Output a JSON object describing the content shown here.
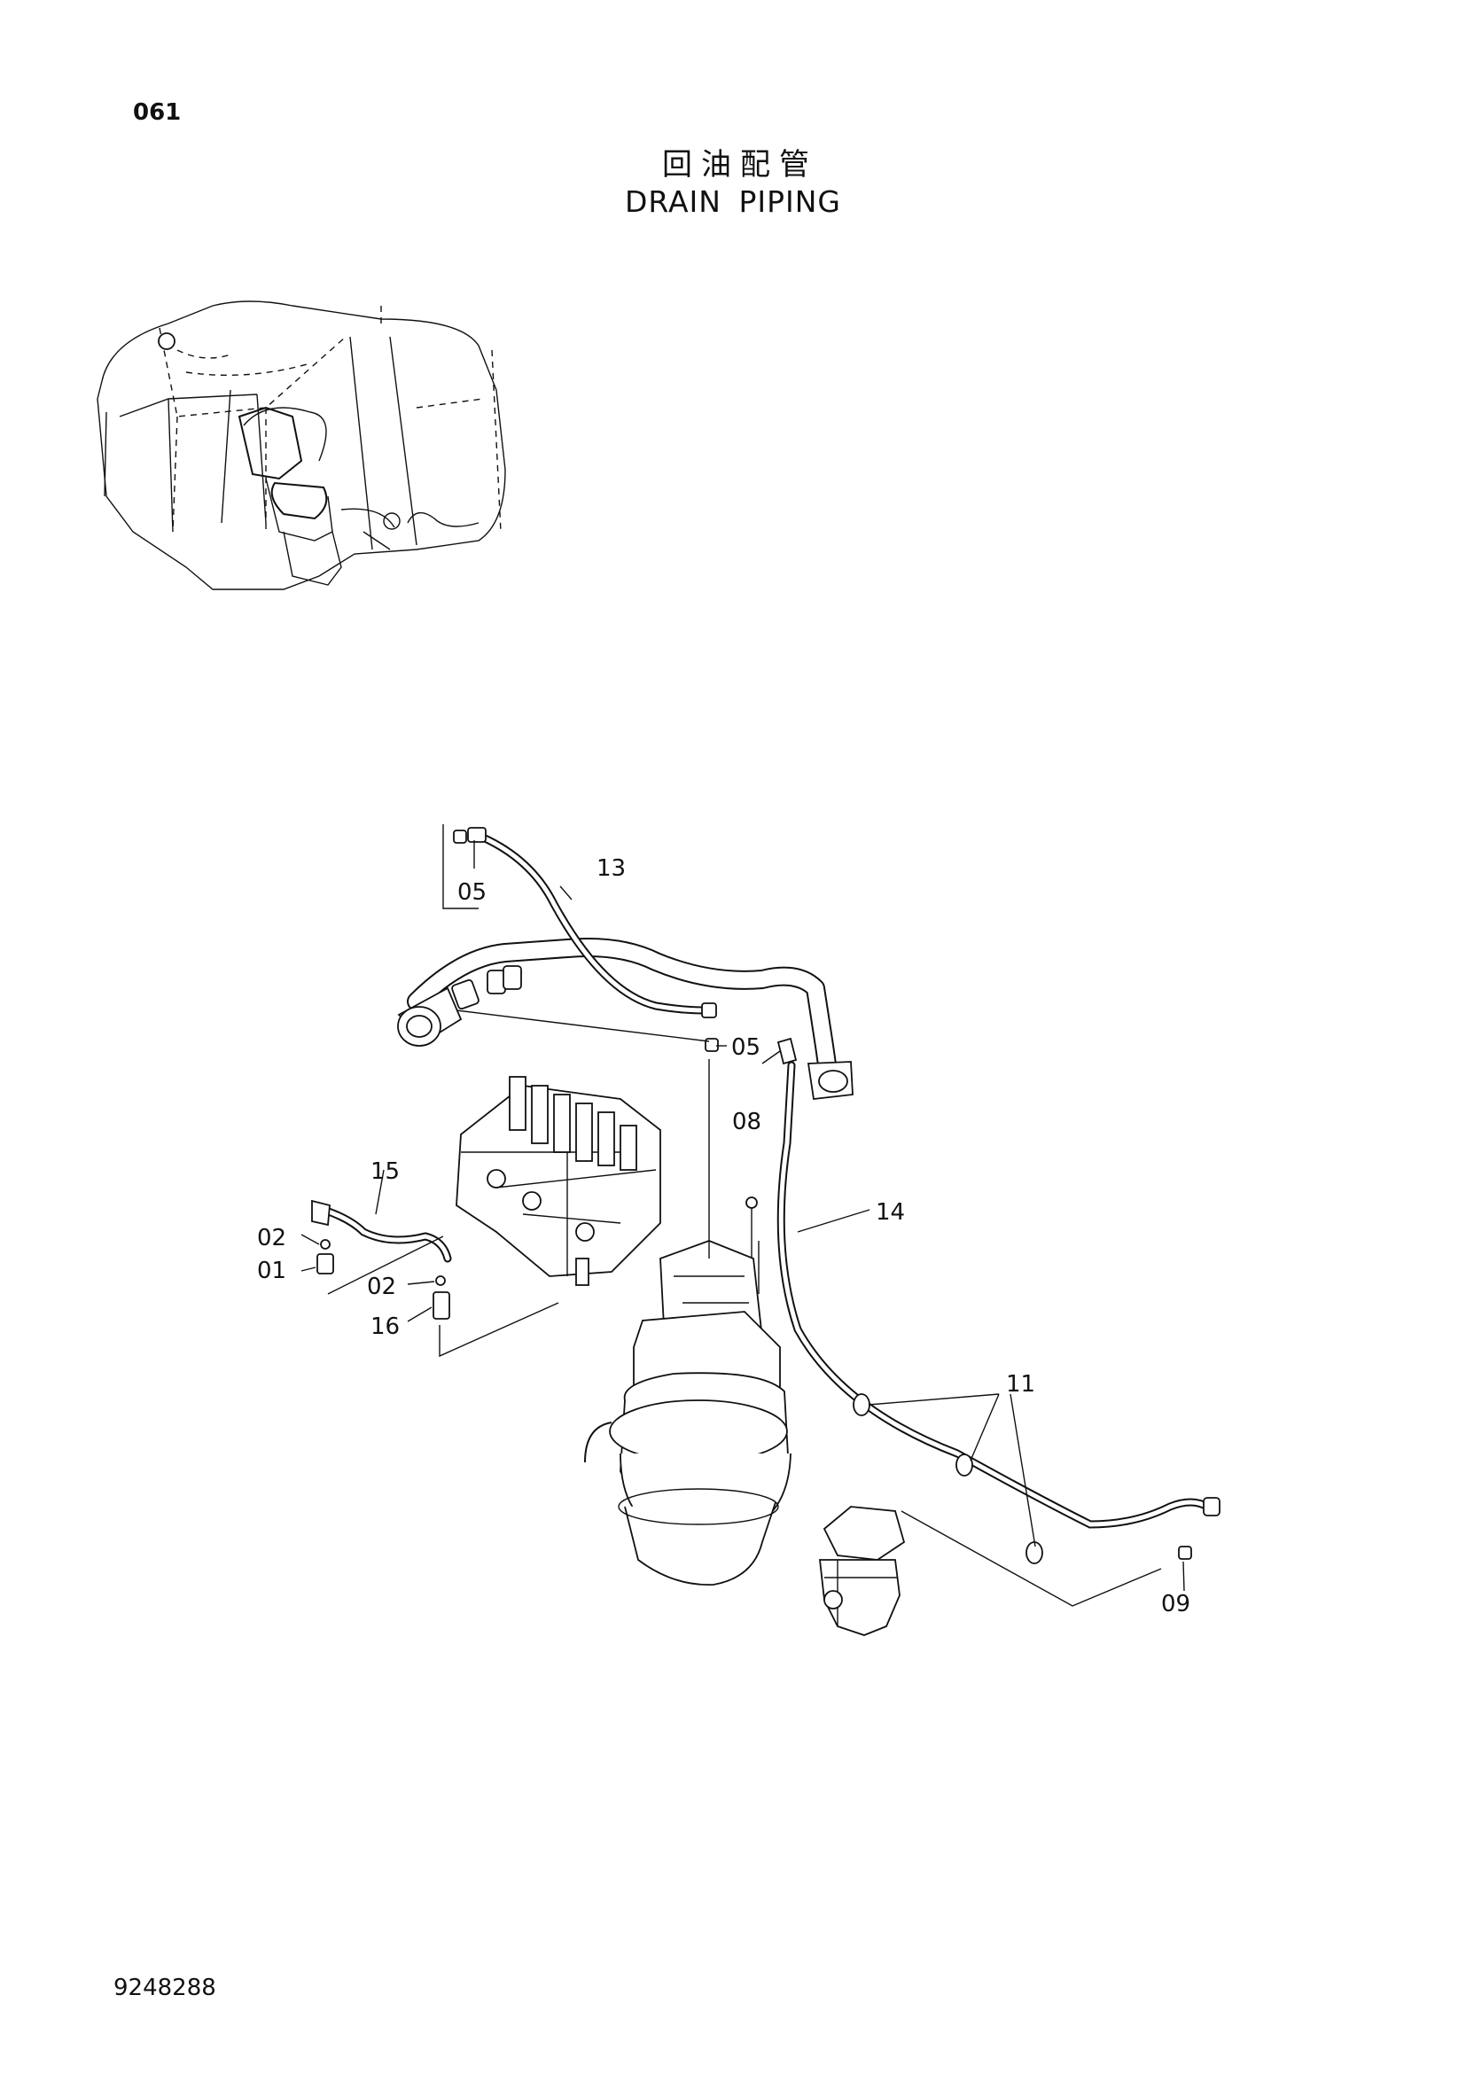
{
  "header": {
    "page_number": "061",
    "title_cn": "回油配管",
    "title_en": "DRAIN PIPING"
  },
  "footer": {
    "doc_number": "9248288"
  },
  "callouts": {
    "c13": "13",
    "c05a": "05",
    "c05b": "05",
    "c08": "08",
    "c15": "15",
    "c14": "14",
    "c02a": "02",
    "c01": "01",
    "c02b": "02",
    "c16": "16",
    "c11": "11",
    "c09": "09"
  }
}
